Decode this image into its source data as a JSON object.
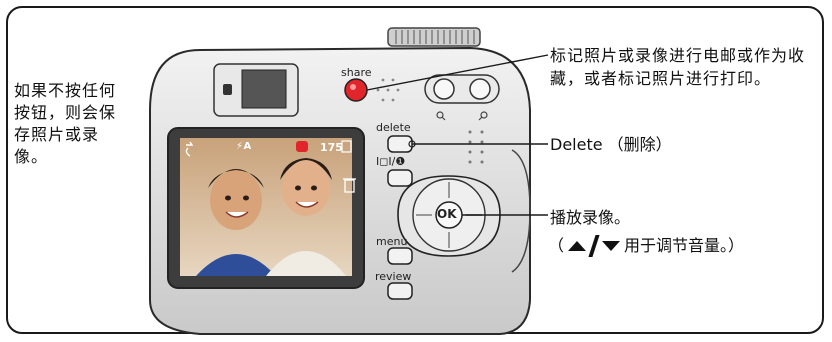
{
  "notes": {
    "default_action": "如果不按任何按钮，则会保存照片或录像。"
  },
  "callouts": {
    "share": "标记照片或录像进行电邮或作为收藏，或者标记照片进行打印。",
    "delete": "Delete （删除）",
    "play": "播放录像。",
    "volume_prefix": "（",
    "volume_suffix": "用于调节音量。）"
  },
  "camera": {
    "share_label": "share",
    "delete_label": "delete",
    "display_label": "I◻I/❶",
    "menu_label": "menu",
    "review_label": "review",
    "ok_label": "OK",
    "image_counter": "175",
    "status_text": "⚡A"
  },
  "colors": {
    "share_button": "#e0262a",
    "camera_body": "#d9d9d9",
    "line": "#1a1a1a"
  }
}
